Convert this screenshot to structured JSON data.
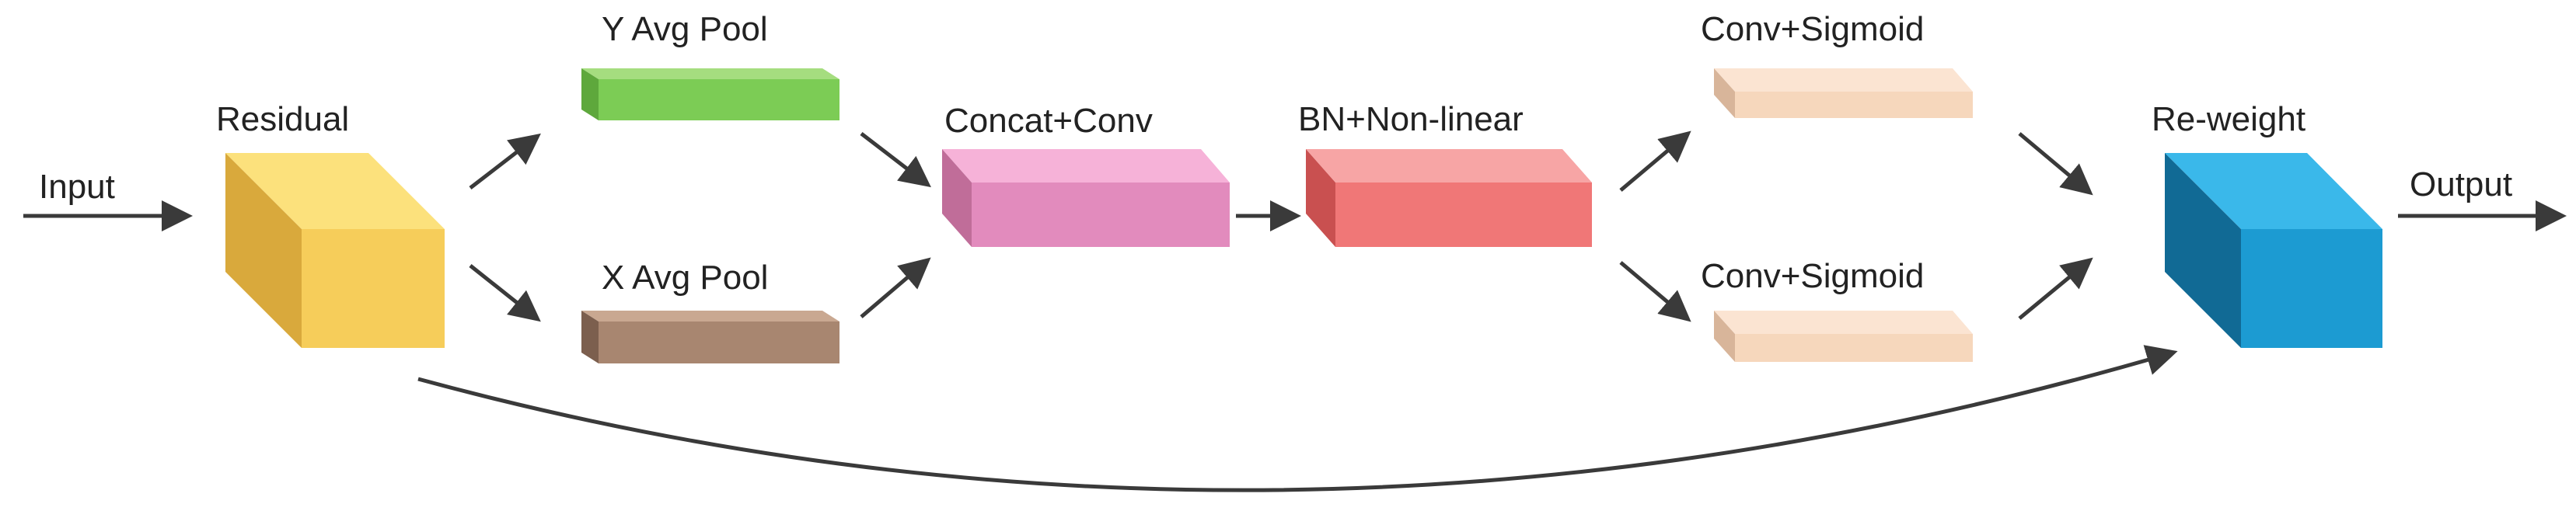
{
  "labels": {
    "input": "Input",
    "residual": "Residual",
    "y_avg_pool": "Y Avg Pool",
    "x_avg_pool": "X Avg Pool",
    "concat_conv": "Concat+Conv",
    "bn_nonlinear": "BN+Non-linear",
    "conv_sigmoid_top": "Conv+Sigmoid",
    "conv_sigmoid_bottom": "Conv+Sigmoid",
    "reweight": "Re-weight",
    "output": "Output"
  },
  "colors": {
    "residual": [
      "#fce17c",
      "#f6cd5a",
      "#d9a93c"
    ],
    "y_avg_pool": [
      "#a5dd7f",
      "#7ccc55",
      "#5ea83c"
    ],
    "x_avg_pool": [
      "#c9a891",
      "#a88670",
      "#7c5f4e"
    ],
    "concat_conv": [
      "#f6b2d8",
      "#e28bbd",
      "#c06d99"
    ],
    "bn_nonlinear": [
      "#f7a5a5",
      "#f07777",
      "#c95050"
    ],
    "conv_sigmoid": [
      "#fbe4d2",
      "#f6d7bc",
      "#d8b59a"
    ],
    "reweight": [
      "#3ab8ea",
      "#1c9bd2",
      "#116a95"
    ],
    "arrow": "#3a3a3a"
  }
}
